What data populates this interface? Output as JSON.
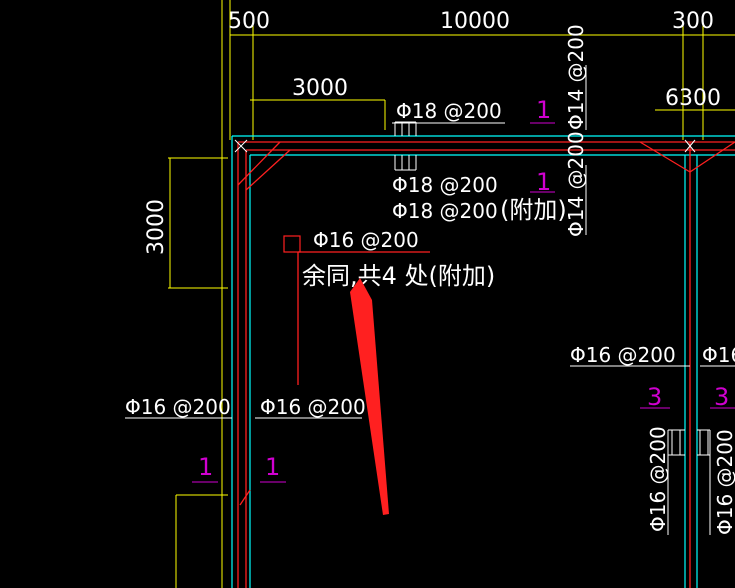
{
  "dimensions": {
    "top_left": "500",
    "top_span": "10000",
    "top_right": "300",
    "beam_len": "3000",
    "right_len": "6300",
    "vertical_len": "3000"
  },
  "rebar_labels": {
    "top1": "Φ18 @200",
    "mid1": "Φ18 @200",
    "mid2": "Φ18 @200",
    "add_note": "(附加)",
    "vert1": "Φ14 @200",
    "vert2": "Φ14 @200",
    "center": "Φ16 @200",
    "note": "余同,共4 处(附加)",
    "left_a": "Φ16 @200",
    "left_b": "Φ16 @200",
    "right_a": "Φ16 @200",
    "right_b": "Φ16",
    "right_vert1": "Φ16 @200",
    "right_vert2": "Φ16 @200"
  },
  "section_marks": {
    "m1a": "1",
    "m1b": "1",
    "m1c": "1",
    "m1d": "1",
    "m3a": "3",
    "m3b": "3"
  },
  "colors": {
    "background": "#000000",
    "dimension_line": "#ffff00",
    "wall_outline": "#00ffff",
    "rebar_red": "#ff2020",
    "text": "#ffffff",
    "section_mark": "#d000d0",
    "arrow": "#ff2020"
  }
}
